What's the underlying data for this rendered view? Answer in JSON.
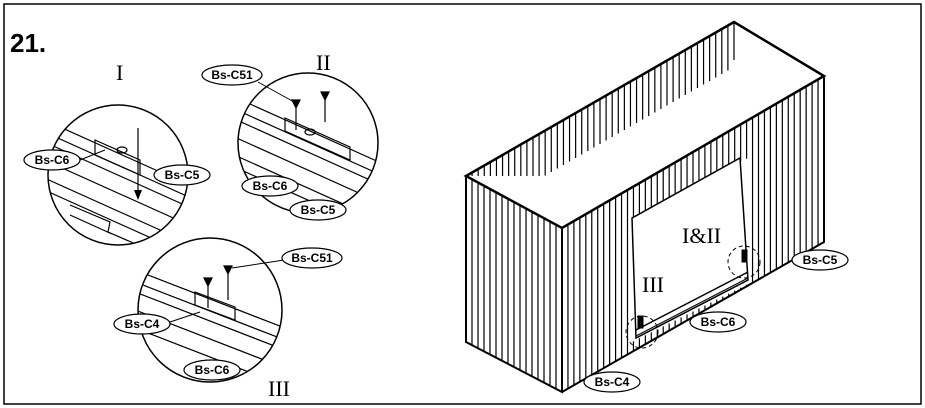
{
  "step_number": "21.",
  "callouts": {
    "detail_1": {
      "numeral": "I",
      "labels": [
        "Bs-C6",
        "Bs-C5"
      ]
    },
    "detail_2": {
      "numeral": "II",
      "labels": [
        "Bs-C51",
        "Bs-C6",
        "Bs-C5"
      ]
    },
    "detail_3": {
      "numeral": "III",
      "labels": [
        "Bs-C51",
        "Bs-C4",
        "Bs-C6"
      ]
    }
  },
  "shed": {
    "labels": {
      "i_and_ii": "I&II",
      "iii": "III",
      "c5": "Bs-C5",
      "c6": "Bs-C6",
      "c4": "Bs-C4"
    }
  },
  "colors": {
    "line": "#000000",
    "background": "#ffffff"
  }
}
